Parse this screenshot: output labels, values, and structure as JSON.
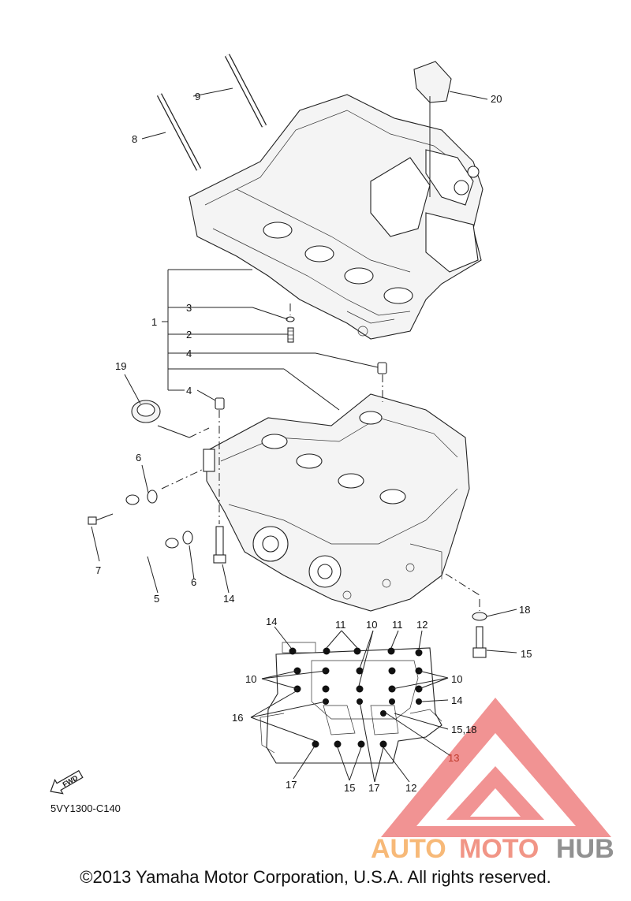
{
  "diagram": {
    "code": "5VY1300-C140",
    "fwd_label": "FWD"
  },
  "callouts": {
    "c1": "1",
    "c2": "2",
    "c3": "3",
    "c4a": "4",
    "c4b": "4",
    "c5": "5",
    "c6a": "6",
    "c6b": "6",
    "c7": "7",
    "c8": "8",
    "c9": "9",
    "c14a": "14",
    "c18": "18",
    "c15a": "15",
    "c19": "19",
    "c20": "20",
    "b14a": "14",
    "b11a": "11",
    "b10a": "10",
    "b11b": "11",
    "b12a": "12",
    "b10b": "10",
    "b10c": "10",
    "b14b": "14",
    "b16": "16",
    "b1518": "15,18",
    "b13": "13",
    "b17a": "17",
    "b15": "15",
    "b17b": "17",
    "b12b": "12"
  },
  "watermark": {
    "auto": "AUTO",
    "moto": "MOTO",
    "hub": "HUB",
    "colors": {
      "logo": "#ef8080",
      "auto": "#f7b26a",
      "moto": "#f08a7a",
      "hub": "#8c8c8c"
    }
  },
  "copyright": "©2013 Yamaha Motor Corporation, U.S.A. All rights reserved."
}
